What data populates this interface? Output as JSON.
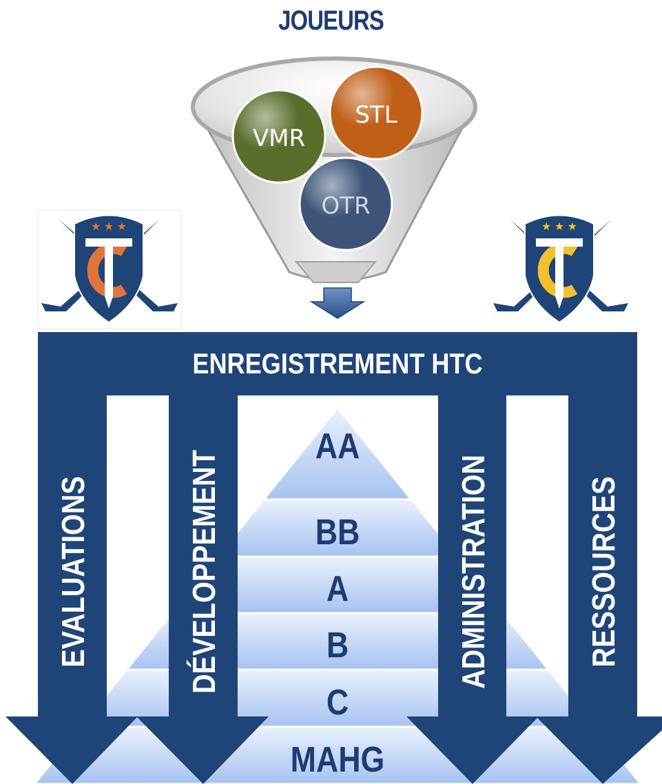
{
  "header": {
    "title": "JOUEURS"
  },
  "funnel": {
    "balls": [
      {
        "label": "VMR",
        "color": "#5a6e2c"
      },
      {
        "label": "STL",
        "color": "#c06018"
      },
      {
        "label": "OTR",
        "color": "#3d5478"
      }
    ]
  },
  "logos": [
    {
      "name": "tc-logo-orange",
      "letters": "TC",
      "accent": "#e0743a"
    },
    {
      "name": "tc-logo-gold",
      "letters": "TC",
      "accent": "#f2c12e"
    }
  ],
  "registration": {
    "label": "ENREGISTREMENT HTC"
  },
  "columns": [
    {
      "label": "EVALUATIONS"
    },
    {
      "label": "DÉVELOPPEMENT"
    },
    {
      "label": "ADMINISTRATION"
    },
    {
      "label": "RESSOURCES"
    }
  ],
  "pyramid": {
    "levels": [
      "AA",
      "BB",
      "A",
      "B",
      "C",
      "MAHG"
    ]
  },
  "colors": {
    "navy": "#1f4478",
    "pyramid_light": "#dfe9fb",
    "pyramid_dark": "#9ebbef",
    "text_navy": "#1f3b73"
  }
}
